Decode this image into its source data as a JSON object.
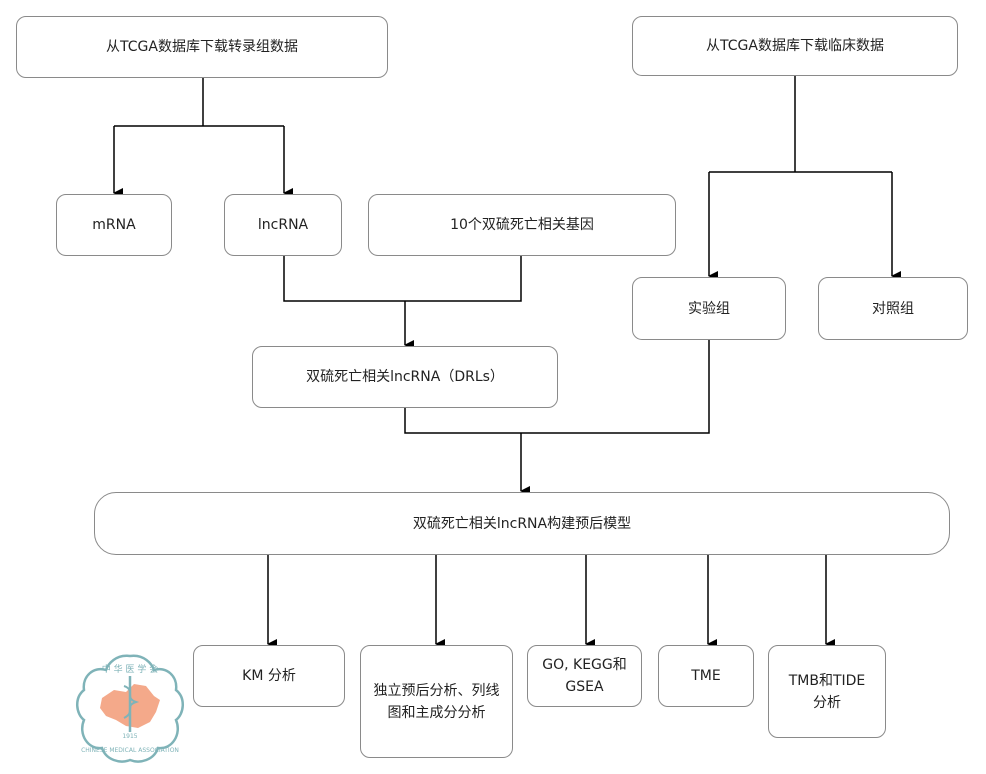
{
  "nodes": {
    "transcriptome": "从TCGA数据库下载转录组数据",
    "clinical": "从TCGA数据库下载临床数据",
    "mrna": "mRNA",
    "lncrna": "lncRNA",
    "genes": "10个双硫死亡相关基因",
    "experimental": "实验组",
    "control": "对照组",
    "drls": "双硫死亡相关lncRNA（DRLs）",
    "model": "双硫死亡相关lncRNA构建预后模型",
    "km": "KM 分析",
    "independent": "独立预后分析、列线图和主成分分析",
    "enrichment": "GO, KEGG和GSEA",
    "tme": "TME",
    "tmb": "TMB和TIDE分析"
  },
  "logo": {
    "text_cn": "中华医学会",
    "text_en": "CHINESE MEDICAL ASSOCIATION",
    "year": "1915"
  },
  "colors": {
    "border": "#8a8a8a",
    "line": "#000000",
    "logo_ring": "#7fb3b8",
    "logo_map": "#f4a98a"
  }
}
